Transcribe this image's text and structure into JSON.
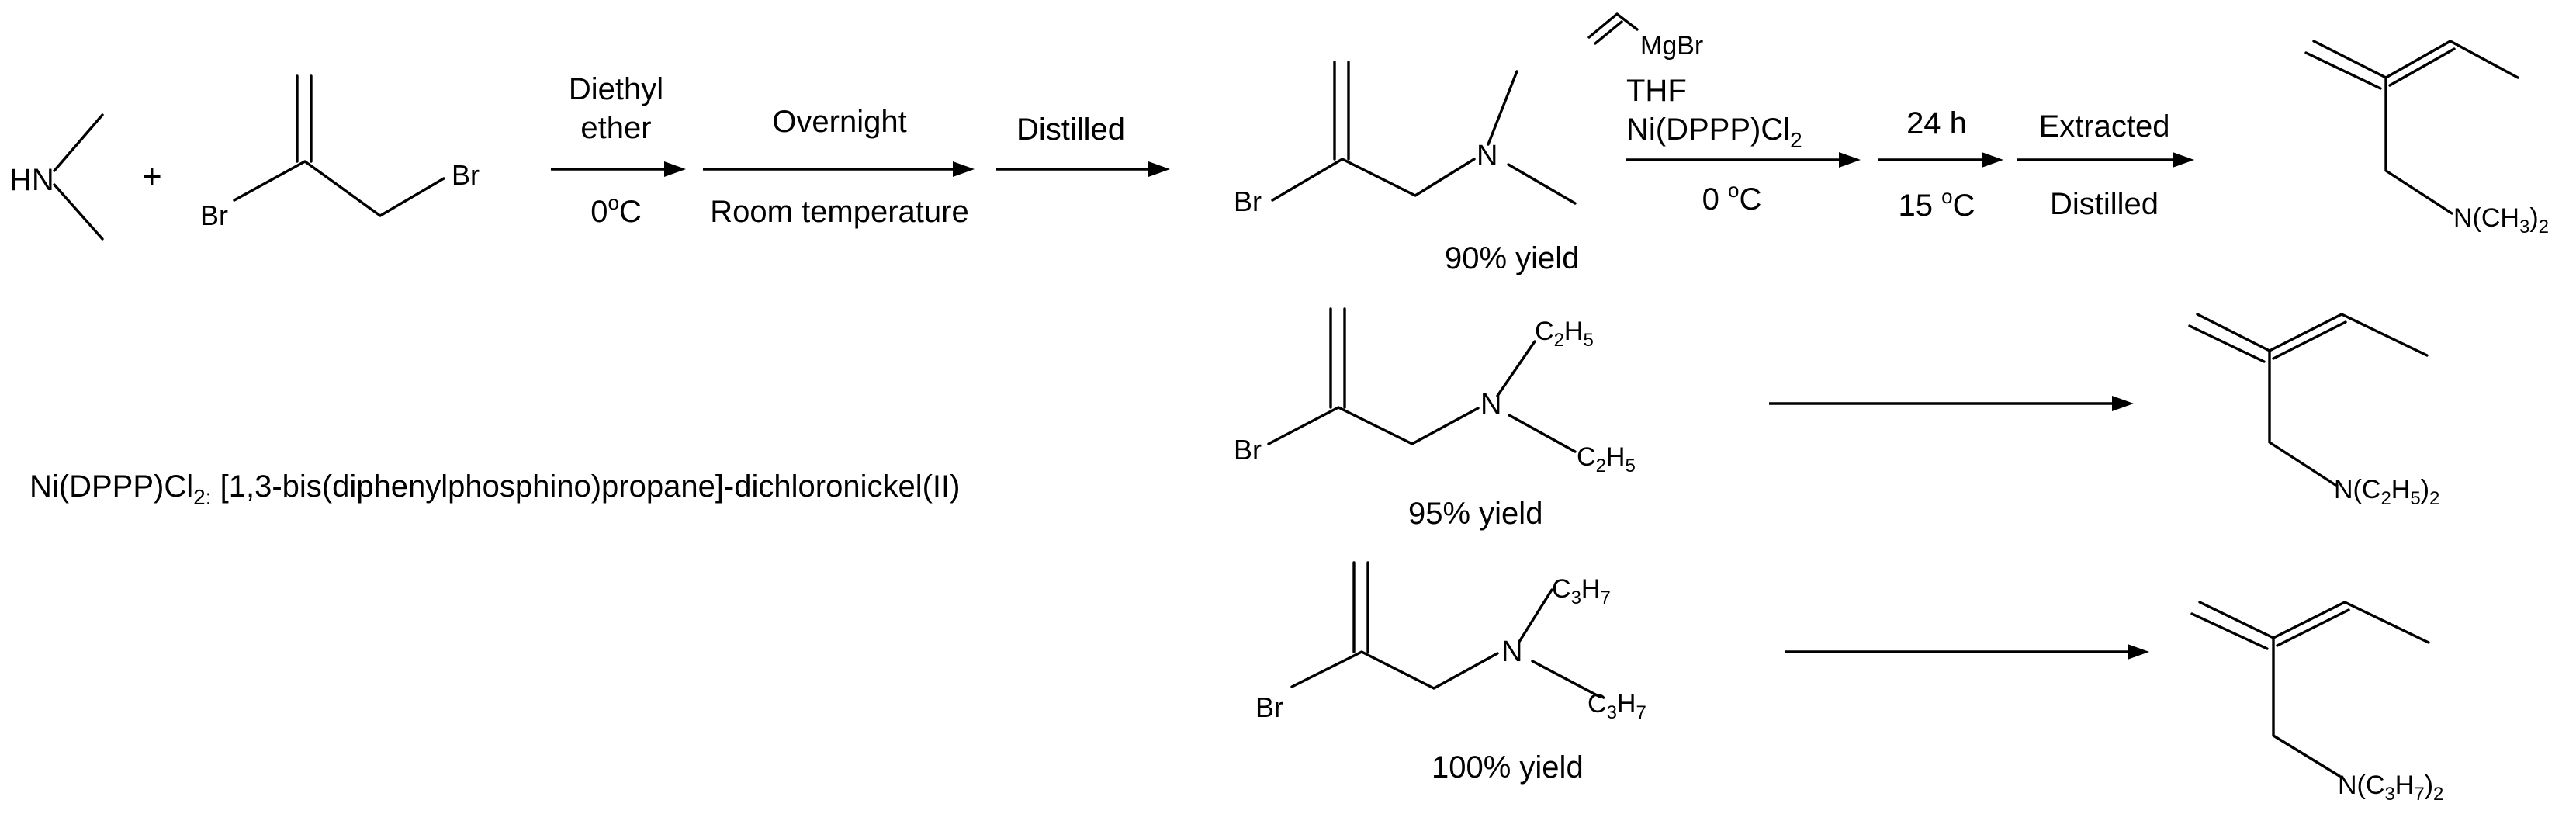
{
  "colors": {
    "ink": "#000000",
    "background": "#ffffff"
  },
  "reactant_amine": {
    "atom": "HN"
  },
  "plus_sign": "+",
  "reactant_dibromide": {
    "br1": "Br",
    "br2": "Br"
  },
  "step1": {
    "above": [
      "Diethyl",
      "ether"
    ],
    "below": "0",
    "below_sup": "o",
    "below_unit": "C"
  },
  "step2": {
    "above": "Overnight",
    "below": "Room temperature"
  },
  "step3": {
    "above": "Distilled"
  },
  "intermediate_1": {
    "br": "Br",
    "n": "N",
    "yield": "90% yield"
  },
  "grignard_reagent": {
    "label": "MgBr"
  },
  "step4": {
    "above": [
      "THF",
      "Ni(DPPP)Cl"
    ],
    "above_sub": "2",
    "below": "0 ",
    "below_sup": "o",
    "below_unit": "C"
  },
  "step5": {
    "above": "24 h",
    "below": "15 ",
    "below_sup": "o",
    "below_unit": "C"
  },
  "step6": {
    "above": "Extracted",
    "below": "Distilled"
  },
  "product_1": {
    "amine": {
      "prefix": "N(CH",
      "sub1": "3",
      "mid": ")",
      "sub2": "2"
    }
  },
  "intermediate_2": {
    "br": "Br",
    "n": "N",
    "sub_top": {
      "pre": "C",
      "sub1": "2",
      "mid": "H",
      "sub2": "5"
    },
    "sub_bottom": {
      "pre": "C",
      "sub1": "2",
      "mid": "H",
      "sub2": "5"
    },
    "yield": "95% yield"
  },
  "product_2": {
    "amine": {
      "prefix": "N(C",
      "sub1": "2",
      "mid": "H",
      "sub2": "5",
      "close": ")",
      "sub3": "2"
    }
  },
  "intermediate_3": {
    "br": "Br",
    "n": "N",
    "sub_top": {
      "pre": "C",
      "sub1": "3",
      "mid": "H",
      "sub2": "7"
    },
    "sub_bottom": {
      "pre": "C",
      "sub1": "3",
      "mid": "H",
      "sub2": "7"
    },
    "yield": "100% yield"
  },
  "product_3": {
    "amine": {
      "prefix": "N(C",
      "sub1": "3",
      "mid": "H",
      "sub2": "7",
      "close": ")",
      "sub3": "2"
    }
  },
  "catalyst_note": {
    "prefix": "Ni(DPPP)Cl",
    "sub": "2:",
    "text": " [1,3-bis(diphenylphosphino)propane]-dichloronickel(II)"
  }
}
